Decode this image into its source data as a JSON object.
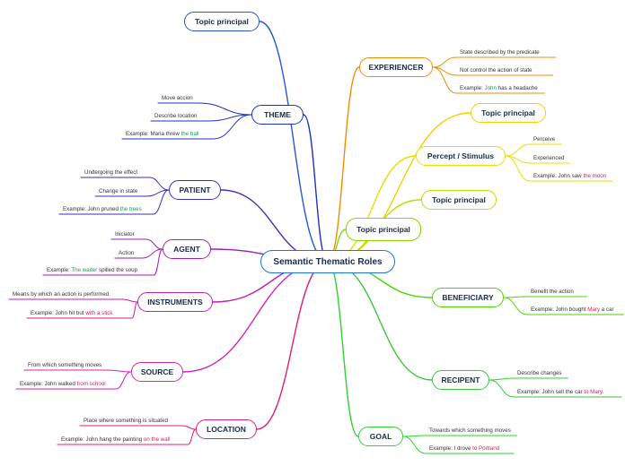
{
  "central": {
    "label": "Semantic Thematic Roles",
    "color": "#1a73e8"
  },
  "branches": [
    {
      "id": "topic-left",
      "label": "Topic principal",
      "color": "#2855d6",
      "leaves": []
    },
    {
      "id": "theme",
      "label": "THEME",
      "color": "#2030c0",
      "leaves": [
        {
          "text": "Move accion"
        },
        {
          "text": "Describe location"
        },
        {
          "text": "Example: Maria threw ",
          "highlight": "the ball",
          "hl_color": "#1aa04a"
        }
      ]
    },
    {
      "id": "patient",
      "label": "PATIENT",
      "color": "#3a2fb8",
      "leaves": [
        {
          "text": "Undergoing the effect"
        },
        {
          "text": "Change in state"
        },
        {
          "text": "Example: John pruned ",
          "highlight": "the trees",
          "hl_color": "#1aa04a"
        }
      ]
    },
    {
      "id": "agent",
      "label": "AGENT",
      "color": "#9b1fb4",
      "leaves": [
        {
          "text": "Iniciator"
        },
        {
          "text": "Action"
        },
        {
          "text": "Example: ",
          "highlight": "The waiter",
          "hl_color": "#1aa04a",
          "after": " spilled the soup"
        }
      ]
    },
    {
      "id": "instruments",
      "label": "INSTRUMENTS",
      "color": "#c31fa8",
      "leaves": [
        {
          "text": "Means by which an action is performed"
        },
        {
          "text": "Example: John hit but ",
          "highlight": "with a stick",
          "hl_color": "#d81b60"
        }
      ]
    },
    {
      "id": "source",
      "label": "SOURCE",
      "color": "#d423b8",
      "leaves": [
        {
          "text": "From which something moves"
        },
        {
          "text": "Example: John walked ",
          "highlight": "from school",
          "hl_color": "#d81b60"
        }
      ]
    },
    {
      "id": "location",
      "label": "LOCATION",
      "color": "#e01d7a",
      "leaves": [
        {
          "text": "Place where something is situated"
        },
        {
          "text": "Example: John hang the painting ",
          "highlight": "on the wall",
          "hl_color": "#d81b60"
        }
      ]
    },
    {
      "id": "experiencer",
      "label": "EXPERIENCER",
      "color": "#f08c00",
      "leaves": [
        {
          "text": "State described by the predicate"
        },
        {
          "text": "Not control the action of state"
        },
        {
          "text": "Example: ",
          "highlight": "John",
          "hl_color": "#1aa04a",
          "after": " has a headache"
        }
      ]
    },
    {
      "id": "topic-right-1",
      "label": "Topic principal",
      "color": "#f2d000",
      "leaves": []
    },
    {
      "id": "percept",
      "label": "Percept / Stimulus",
      "color": "#e6e000",
      "leaves": [
        {
          "text": "Perceive"
        },
        {
          "text": "Experienced"
        },
        {
          "text": "Example: John saw ",
          "highlight": "the moon",
          "hl_color": "#d81b60"
        }
      ]
    },
    {
      "id": "topic-right-2",
      "label": "Topic principal",
      "color": "#b4e000",
      "leaves": []
    },
    {
      "id": "topic-right-3",
      "label": "Topic principal",
      "color": "#8ad600",
      "leaves": []
    },
    {
      "id": "beneficiary",
      "label": "BENEFICIARY",
      "color": "#4bd400",
      "leaves": [
        {
          "text": "Benefit the action"
        },
        {
          "text": "Example: John bought ",
          "highlight": "Mary",
          "hl_color": "#d81b60",
          "after": " a car"
        }
      ]
    },
    {
      "id": "recipient",
      "label": "RECIPENT",
      "color": "#38c838",
      "leaves": [
        {
          "text": "Describe changes"
        },
        {
          "text": "Example: John sell the car ",
          "highlight": "to Mary.",
          "hl_color": "#d81b60"
        }
      ]
    },
    {
      "id": "goal",
      "label": "GOAL",
      "color": "#2ed12e",
      "leaves": [
        {
          "text": "Towards which something moves"
        },
        {
          "text": "Example: I drove ",
          "highlight": "to Portland",
          "hl_color": "#d81b60"
        }
      ]
    }
  ]
}
